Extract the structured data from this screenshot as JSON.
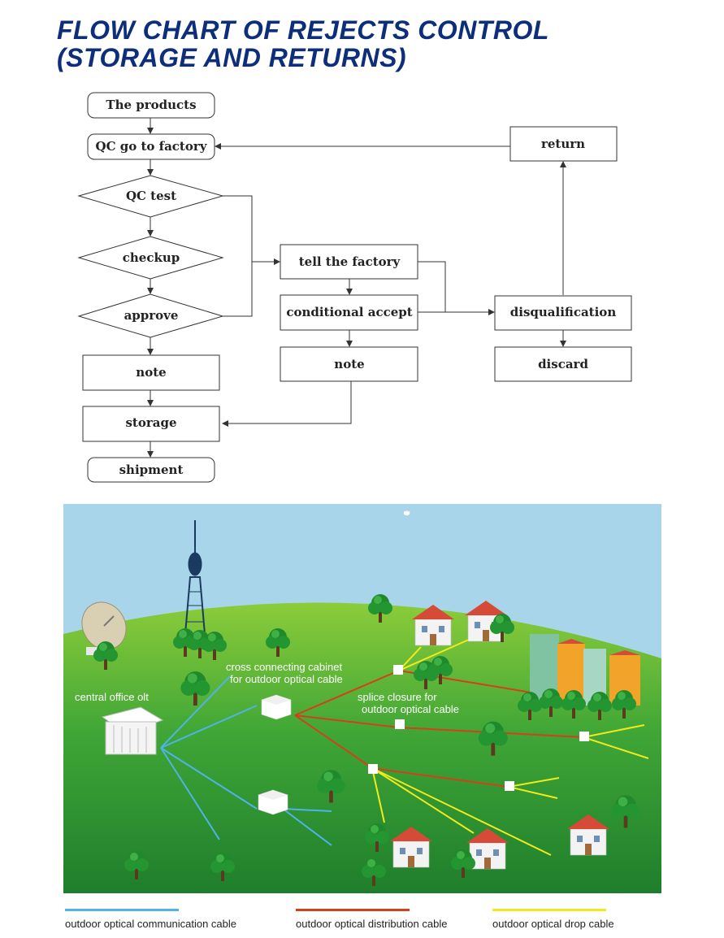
{
  "title": {
    "line1": "FLOW CHART OF  REJECTS CONTROL",
    "line2": "(STORAGE AND RETURNS)"
  },
  "flowchart": {
    "products": "The products",
    "qc_go": "QC go to factory",
    "qc_test": "QC test",
    "checkup": "checkup",
    "approve": "approve",
    "note_left": "note",
    "storage": "storage",
    "shipment": "shipment",
    "tell_factory": "tell the factory",
    "conditional_accept": "conditional accept",
    "note_mid": "note",
    "return": "return",
    "disqualification": "disqualification",
    "discard": "discard"
  },
  "scene": {
    "central_office": "central office olt",
    "cross_cabinet_1": "cross connecting cabinet",
    "cross_cabinet_2": "for outdoor optical cable",
    "splice_1": "splice closure for",
    "splice_2": "outdoor optical cable"
  },
  "legend": [
    {
      "label": "outdoor optical communication cable",
      "color": "#4fb3e8"
    },
    {
      "label": "outdoor optical distribution cable",
      "color": "#d4401a"
    },
    {
      "label": "outdoor optical drop cable",
      "color": "#f2ea1c"
    }
  ],
  "colors": {
    "title": "#0d2e7a",
    "sky": "#a9d5ea",
    "grass": "#3ea635"
  }
}
